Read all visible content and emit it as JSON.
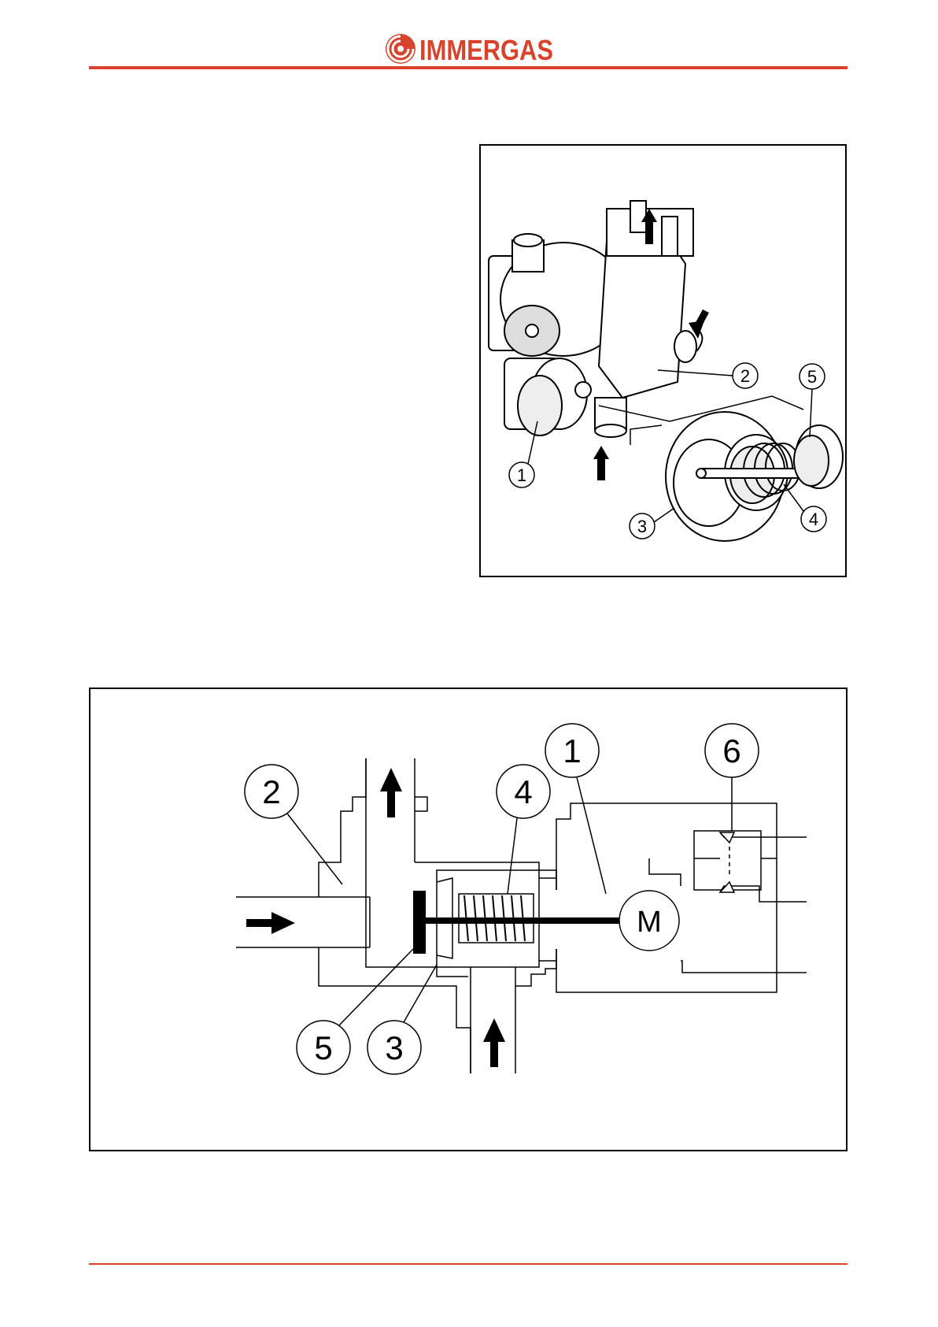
{
  "header": {
    "brand": "IMMERGAS",
    "brand_color": "#d9432b"
  },
  "figure_top": {
    "callouts": [
      "1",
      "2",
      "3",
      "4",
      "5"
    ]
  },
  "figure_bottom": {
    "callouts": [
      "1",
      "2",
      "3",
      "4",
      "5",
      "6"
    ],
    "motor_label": "M"
  },
  "icons": [
    "immergas-logo-icon",
    "flow-arrow-icon"
  ]
}
